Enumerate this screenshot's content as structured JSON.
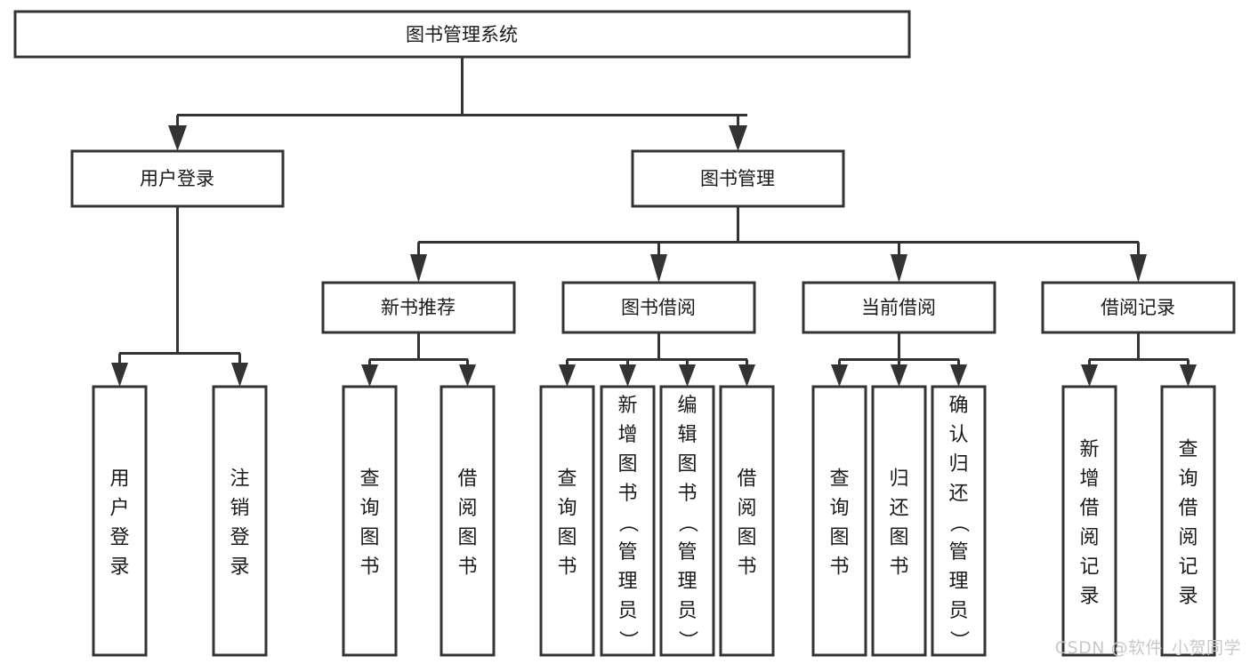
{
  "diagram": {
    "type": "hierarchy-tree",
    "title": "图书管理系统",
    "watermark": "CSDN @软件_小贺同学",
    "colors": {
      "stroke": "#333333",
      "fill": "#ffffff",
      "text": "#1a1a1a",
      "watermark": "#c9c9c9",
      "background": "#ffffff"
    },
    "levels": [
      {
        "level": 1,
        "nodes": [
          {
            "id": "root",
            "label": "图书管理系统",
            "orientation": "horizontal"
          }
        ]
      },
      {
        "level": 2,
        "nodes": [
          {
            "id": "user-login",
            "label": "用户登录",
            "orientation": "horizontal",
            "parent": "root"
          },
          {
            "id": "book-manage",
            "label": "图书管理",
            "orientation": "horizontal",
            "parent": "root"
          }
        ]
      },
      {
        "level": 3,
        "nodes": [
          {
            "id": "new-book-rec",
            "label": "新书推荐",
            "orientation": "horizontal",
            "parent": "book-manage"
          },
          {
            "id": "book-borrow",
            "label": "图书借阅",
            "orientation": "horizontal",
            "parent": "book-manage"
          },
          {
            "id": "current-borrow",
            "label": "当前借阅",
            "orientation": "horizontal",
            "parent": "book-manage"
          },
          {
            "id": "borrow-record",
            "label": "借阅记录",
            "orientation": "horizontal",
            "parent": "book-manage"
          }
        ]
      },
      {
        "level": 4,
        "nodes": [
          {
            "id": "leaf-user-login",
            "label": "用户登录",
            "orientation": "vertical",
            "parent": "user-login"
          },
          {
            "id": "leaf-logout",
            "label": "注销登录",
            "orientation": "vertical",
            "parent": "user-login"
          },
          {
            "id": "leaf-query-book-1",
            "label": "查询图书",
            "orientation": "vertical",
            "parent": "new-book-rec"
          },
          {
            "id": "leaf-borrow-book-1",
            "label": "借阅图书",
            "orientation": "vertical",
            "parent": "new-book-rec"
          },
          {
            "id": "leaf-query-book-2",
            "label": "查询图书",
            "orientation": "vertical",
            "parent": "book-borrow"
          },
          {
            "id": "leaf-add-book",
            "label": "新增图书（管理员）",
            "orientation": "vertical",
            "parent": "book-borrow"
          },
          {
            "id": "leaf-edit-book",
            "label": "编辑图书（管理员）",
            "orientation": "vertical",
            "parent": "book-borrow"
          },
          {
            "id": "leaf-borrow-book-2",
            "label": "借阅图书",
            "orientation": "vertical",
            "parent": "book-borrow"
          },
          {
            "id": "leaf-query-book-3",
            "label": "查询图书",
            "orientation": "vertical",
            "parent": "current-borrow"
          },
          {
            "id": "leaf-return-book",
            "label": "归还图书",
            "orientation": "vertical",
            "parent": "current-borrow"
          },
          {
            "id": "leaf-confirm-return",
            "label": "确认归还（管理员）",
            "orientation": "vertical",
            "parent": "current-borrow"
          },
          {
            "id": "leaf-add-record",
            "label": "新增借阅记录",
            "orientation": "vertical",
            "parent": "borrow-record"
          },
          {
            "id": "leaf-query-record",
            "label": "查询借阅记录",
            "orientation": "vertical",
            "parent": "borrow-record"
          }
        ]
      }
    ]
  }
}
